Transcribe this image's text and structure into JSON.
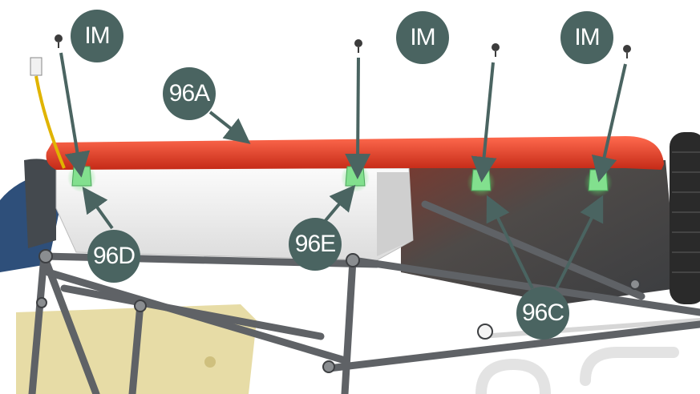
{
  "labels": {
    "im_1": "IM",
    "im_2": "IM",
    "im_3": "IM",
    "part_96a": "96A",
    "part_96c": "96C",
    "part_96d": "96D",
    "part_96e": "96E"
  },
  "colors": {
    "callout_fill": "#4a6461",
    "callout_text": "#ffffff",
    "spoiler_red": "#e8432c",
    "clip_green": "#7ee08c",
    "frame_grey": "#5f6266",
    "panel_white": "#f2f2f2",
    "tank_yellow": "#e7dca6"
  }
}
